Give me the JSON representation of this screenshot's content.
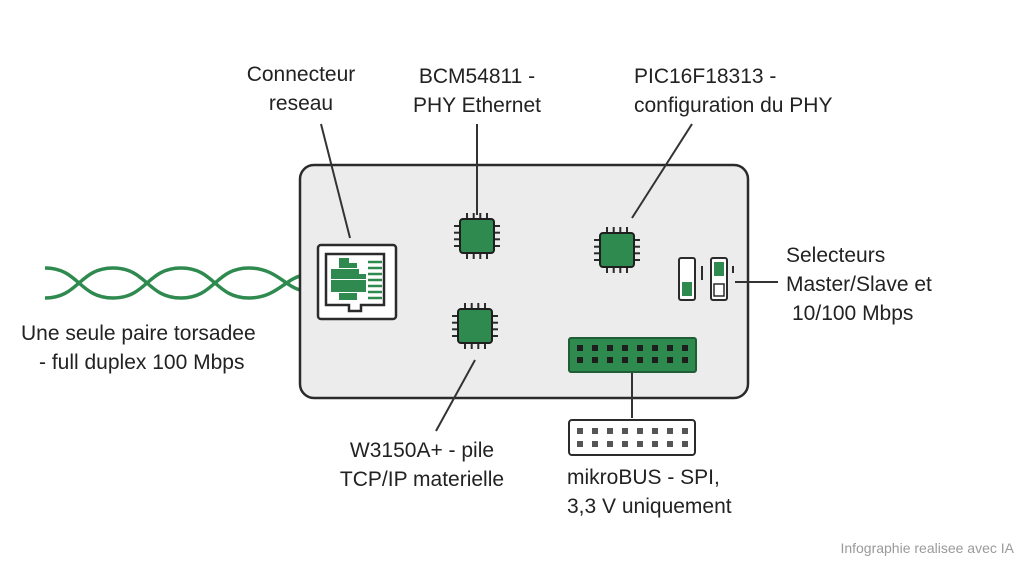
{
  "labels": {
    "connector": [
      "Connecteur",
      "reseau"
    ],
    "phy": [
      "BCM54811 -",
      "PHY Ethernet"
    ],
    "pic": [
      "PIC16F18313 -",
      "configuration du PHY"
    ],
    "selectors": [
      "Selecteurs",
      "Master/Slave et",
      "10/100 Mbps"
    ],
    "cable": [
      "Une seule paire torsadee",
      "- full duplex 100 Mbps"
    ],
    "w3150": [
      "W3150A+ - pile",
      "TCP/IP materielle"
    ],
    "mikrobus": [
      "mikroBUS - SPI,",
      "3,3 V uniquement"
    ]
  },
  "credit": "Infographie realisee avec IA",
  "colors": {
    "board_fill": "#ececec",
    "board_stroke": "#2b2b2b",
    "chip_green": "#2f8a4f",
    "cable_green": "#2f8a4f",
    "text": "#222222"
  },
  "icons": {
    "connector": "rj45-jack-icon",
    "chips": "ic-chip-icon",
    "switches": "dip-switch-icon"
  }
}
